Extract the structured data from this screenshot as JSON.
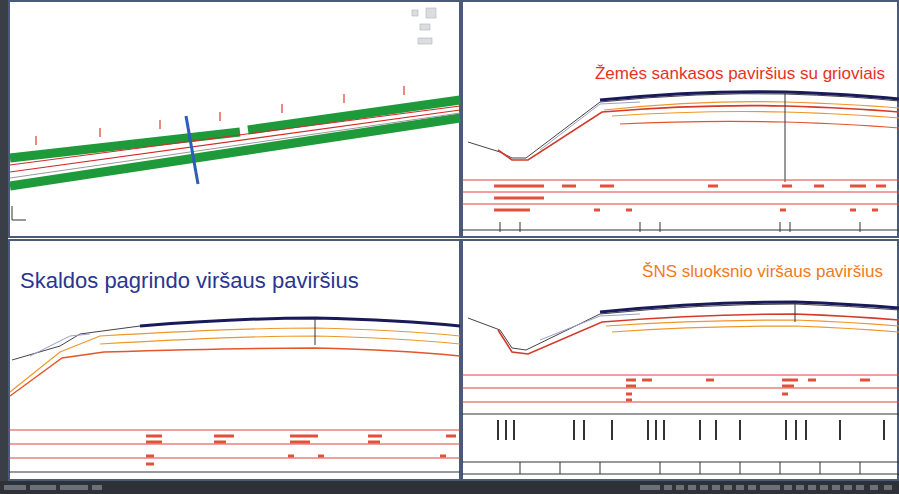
{
  "diagram": {
    "labels": [
      "Žemės sankasos paviršius su grioviais",
      "Skaldos pagrindo viršaus paviršius",
      "ŠNS sluoksnio viršaus paviršius"
    ]
  }
}
